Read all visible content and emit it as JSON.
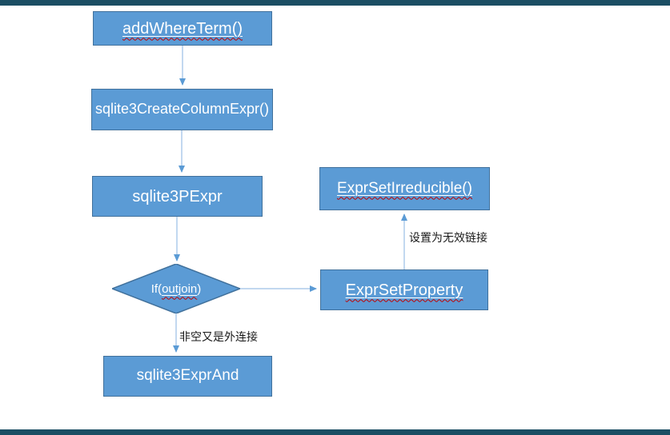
{
  "frame": {
    "background": "#ffffff",
    "top_bar_color": "#1b4e63",
    "bottom_bar_color": "#1b4e63"
  },
  "colors": {
    "node_fill": "#5b9bd5",
    "node_border": "#41719c",
    "node_text": "#ffffff",
    "connector_line": "#aecbea",
    "arrowhead": "#5b9bd5",
    "spellcheck_underline": "#c00000",
    "edge_label_text": "#1a1a1a"
  },
  "nodes": {
    "addWhereTerm": {
      "label": "addWhereTerm()",
      "shape": "rect",
      "underlined": true,
      "spellcheck": true
    },
    "createColumnExpr": {
      "label": "sqlite3CreateColumnExpr()",
      "shape": "rect",
      "underlined": false,
      "spellcheck": false
    },
    "pexpr": {
      "label": "sqlite3PExpr",
      "shape": "rect",
      "underlined": false,
      "spellcheck": false
    },
    "ifOutjoin": {
      "prefix": "If(",
      "condition": "outjoin",
      "suffix": ")",
      "shape": "diamond",
      "underlined": true,
      "spellcheck": true
    },
    "exprSetIrreducible": {
      "label": "ExprSetIrreducible()",
      "shape": "rect",
      "underlined": true,
      "spellcheck": true
    },
    "exprSetProperty": {
      "label": "ExprSetProperty",
      "shape": "rect",
      "underlined": true,
      "spellcheck": true
    },
    "exprAnd": {
      "label": "sqlite3ExprAnd",
      "shape": "rect",
      "underlined": false,
      "spellcheck": false
    }
  },
  "edge_labels": {
    "set_invalid_link": "设置为无效链接",
    "nonempty_outer_join": "非空又是外连接"
  }
}
